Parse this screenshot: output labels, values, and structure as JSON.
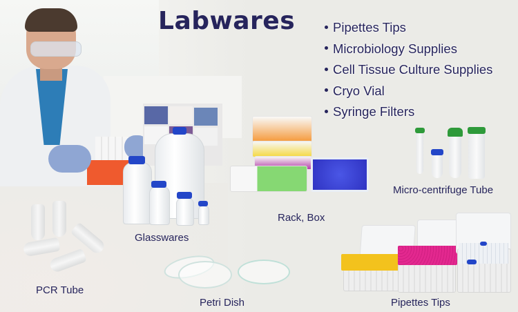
{
  "title": "Labwares",
  "bullets": [
    "Pipettes Tips",
    "Microbiology Supplies",
    "Cell Tissue Culture Supplies",
    "Cryo Vial",
    "Syringe Filters"
  ],
  "products": {
    "glasswares": "Glasswares",
    "rack_box": "Rack, Box",
    "micro_centrifuge_tube": "Micro-centrifuge Tube",
    "pcr_tube": "PCR Tube",
    "petri_dish": "Petri Dish",
    "pipettes_tips": "Pipettes Tips"
  },
  "colors": {
    "title_navy": "#26245c",
    "background": "#ebebe7",
    "cap_blue": "#2346c8",
    "cap_green": "#2e9a3a",
    "tip_yellow": "#f3c21d",
    "tip_magenta": "#e3288f",
    "rack_orange": "#f29a3a",
    "rack_green": "#7ad36a",
    "rack_blue": "#3c3fd0"
  }
}
